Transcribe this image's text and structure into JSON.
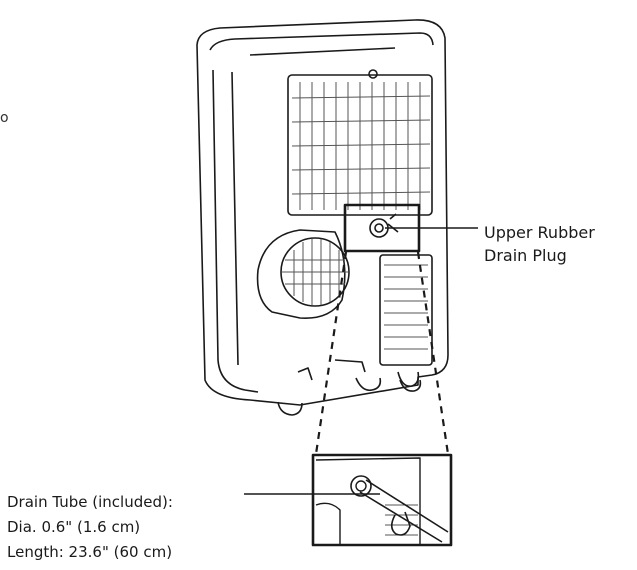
{
  "labels": {
    "upper_plug": [
      "Upper Rubber",
      "Drain Plug"
    ],
    "drain_tube": [
      "Drain Tube (included):",
      "Dia. 0.6\" (1.6 cm)",
      "Length: 23.6\" (60 cm)"
    ]
  },
  "edge_glyph": "o",
  "colors": {
    "line": "#1a1a1a",
    "unit_fill": "#ffffff",
    "grille": "#555555"
  }
}
